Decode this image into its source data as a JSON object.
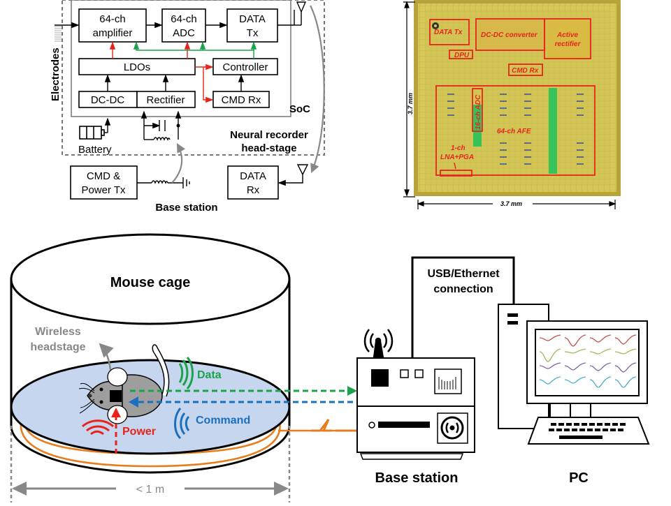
{
  "block_diagram": {
    "blocks": {
      "amplifier": [
        "64-ch",
        "amplifier"
      ],
      "adc": [
        "64-ch",
        "ADC"
      ],
      "data_tx": [
        "DATA",
        "Tx"
      ],
      "ldos": "LDOs",
      "controller": "Controller",
      "dcdc": "DC-DC",
      "rectifier": "Rectifier",
      "cmd_rx": "CMD Rx",
      "cmd_power_tx": [
        "CMD &",
        "Power Tx"
      ],
      "data_rx": [
        "DATA",
        "Rx"
      ]
    },
    "labels": {
      "electrodes": "Electrodes",
      "battery": "Battery",
      "soc": "SoC",
      "head_stage": [
        "Neural recorder",
        "head-stage"
      ],
      "base_station": "Base station"
    },
    "colors": {
      "power": "#e8231c",
      "control": "#1aa34a"
    }
  },
  "chip_photo": {
    "regions": [
      "DATA Tx",
      "DC-DC converter",
      "Active",
      "rectifier",
      "DPU",
      "CMD Rx",
      "16-ch ADC",
      "64-ch AFE",
      "1-ch",
      "LNA+PGA"
    ],
    "width_label": "3.7 mm",
    "height_label": "3.7 mm"
  },
  "system": {
    "cage_label": "Mouse cage",
    "headstage_label": [
      "Wireless",
      "headstage"
    ],
    "data_label": "Data",
    "command_label": "Command",
    "power_label": "Power",
    "distance_label": "< 1 m",
    "connection_label": [
      "USB/Ethernet",
      "connection"
    ],
    "base_station_label": "Base station",
    "pc_label": "PC",
    "colors": {
      "data": "#1aa34a",
      "command": "#1a6fbf",
      "power": "#e8231c",
      "coil": "#e87d1e",
      "floor": "#c6d6ee"
    },
    "waveform_colors": [
      "#c0504d",
      "#9bbb59",
      "#8064a2",
      "#4bacc6"
    ]
  }
}
